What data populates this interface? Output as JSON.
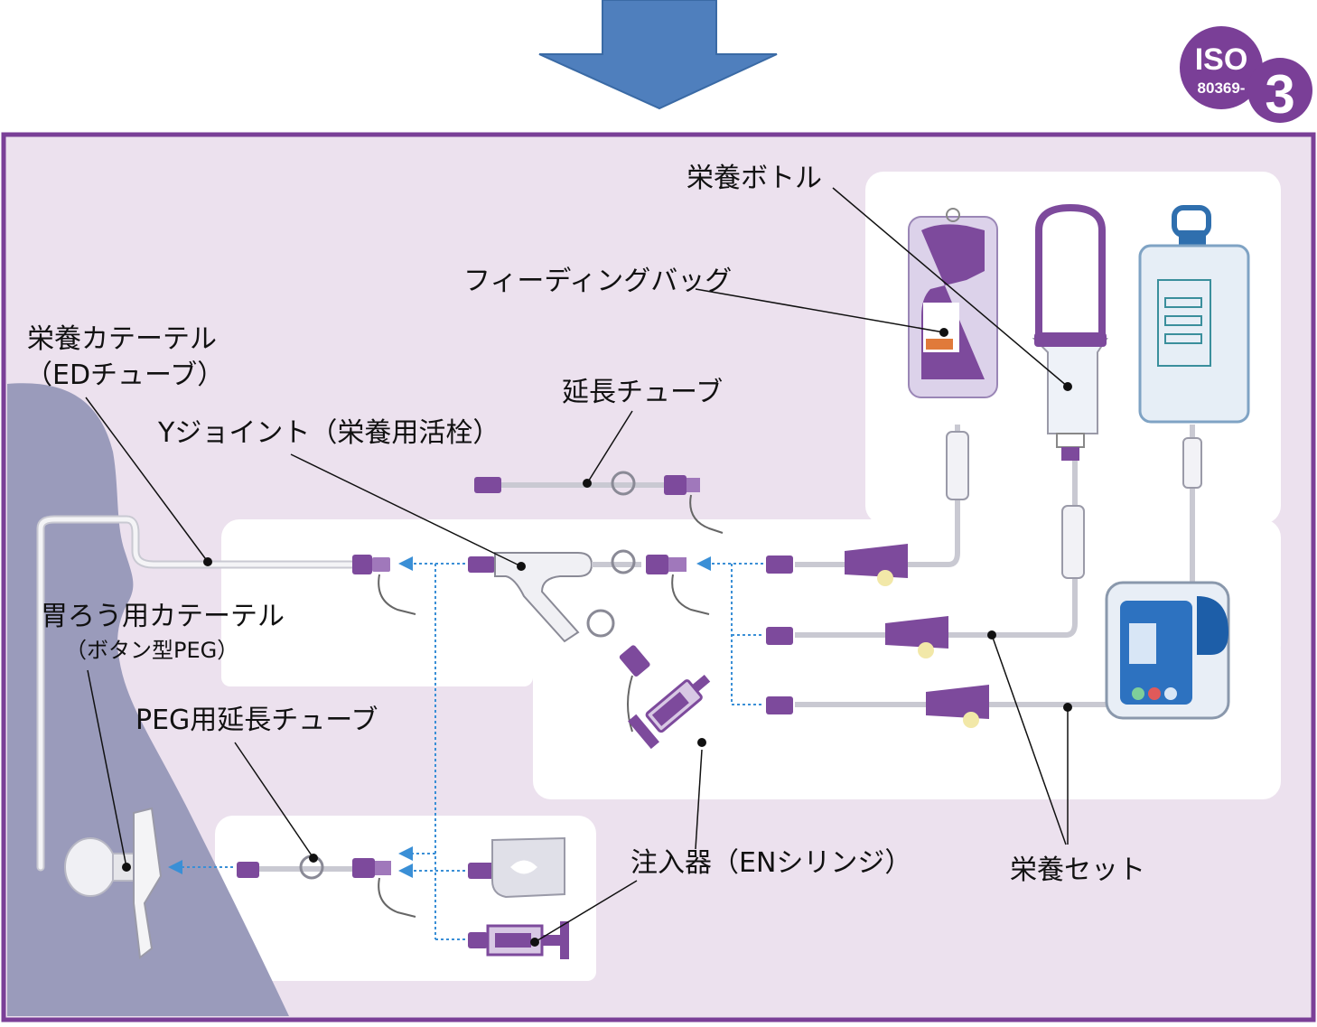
{
  "badge": {
    "line1": "ISO",
    "line2": "80369-",
    "number": "3",
    "color": "#7a3f97"
  },
  "colors": {
    "frame": "#7a3f97",
    "panel_bg": "#ece1ee",
    "white_panel": "#ffffff",
    "person": "#9a9bbb",
    "connector": "#7d4a9c",
    "arrow": "#4a7ab8",
    "dotted": "#3a8fd6",
    "tube": "#e6e6ea"
  },
  "labels": {
    "feeding_bottle": "栄養ボトル",
    "feeding_bag": "フィーディングバッグ",
    "ed_catheter_1": "栄養カテーテル",
    "ed_catheter_2": "（EDチューブ）",
    "extension_tube": "延長チューブ",
    "y_joint": "Yジョイント（栄養用活栓）",
    "gastrostomy_1": "胃ろう用カテーテル",
    "gastrostomy_2": "（ボタン型PEG）",
    "peg_extension": "PEG用延長チューブ",
    "syringe": "注入器（ENシリンジ）",
    "feeding_set": "栄養セット"
  }
}
